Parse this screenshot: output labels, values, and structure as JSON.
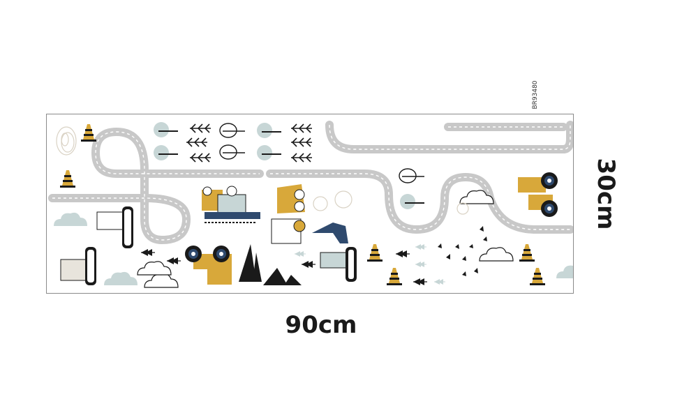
{
  "product": {
    "width_label": "90cm",
    "height_label": "30cm",
    "sheet_code": "BR93480"
  },
  "colors": {
    "road": "#c8c8c8",
    "road_dash": "#ffffff",
    "mustard": "#d8a83a",
    "navy": "#2f4a6e",
    "mint": "#c7d6d6",
    "black": "#1a1a1a",
    "stone": "#d9d2c4"
  },
  "illustrations": [
    "road-track-icon",
    "tree-icon",
    "arrow-tree-icon",
    "traffic-cone-icon",
    "crane-truck-icon",
    "bulldozer-icon",
    "excavator-icon",
    "tractor-icon",
    "mountain-icon",
    "cloud-icon",
    "pine-tree-icon",
    "boulder-icon"
  ]
}
